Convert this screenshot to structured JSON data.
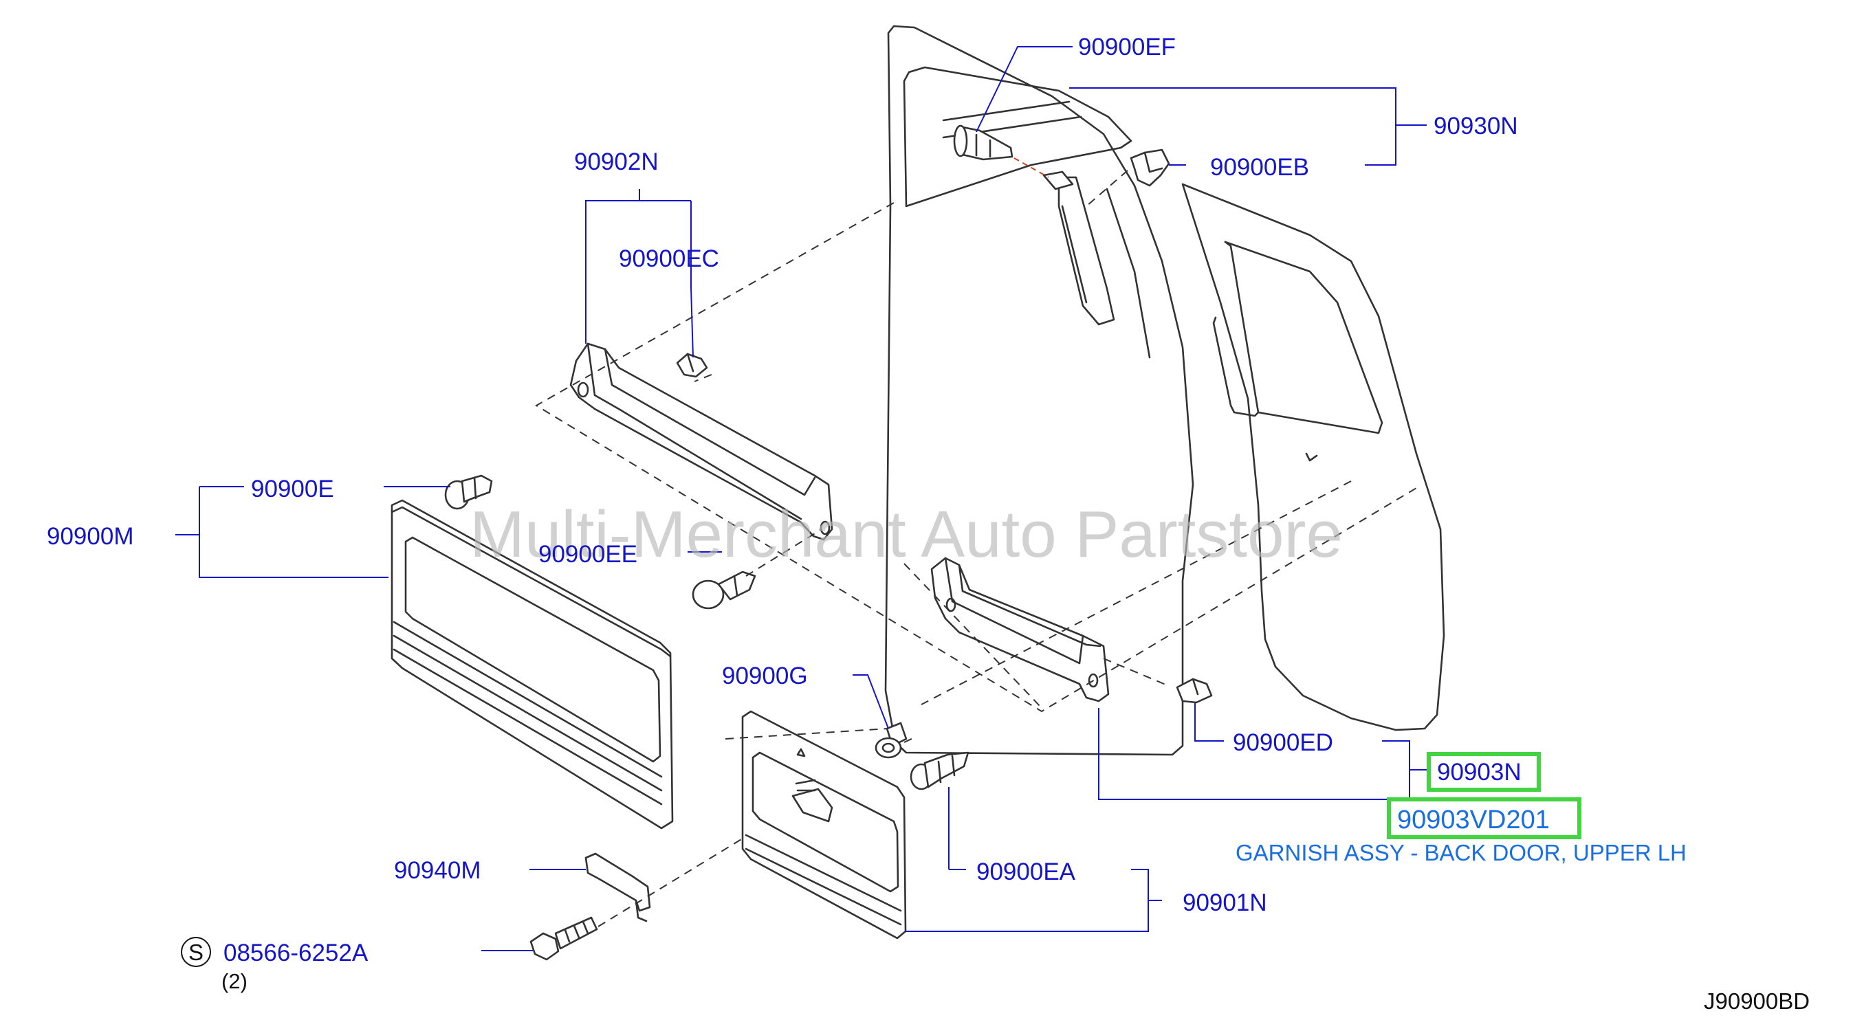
{
  "callouts": {
    "c_90900EF": "90900EF",
    "c_90930N": "90930N",
    "c_90900EB": "90900EB",
    "c_90902N": "90902N",
    "c_90900EC": "90900EC",
    "c_90900E": "90900E",
    "c_90900M": "90900M",
    "c_90900EE": "90900EE",
    "c_90900G": "90900G",
    "c_90900ED": "90900ED",
    "c_90903N": "90903N",
    "c_90903VD201": "90903VD201",
    "c_90940M": "90940M",
    "c_90900EA": "90900EA",
    "c_90901N": "90901N",
    "c_08566_6252A": "08566-6252A"
  },
  "standard_part_symbol": "S",
  "quantity_note": "(2)",
  "selected_part_description": "GARNISH ASSY - BACK DOOR, UPPER LH",
  "figure_code": "J90900BD",
  "watermark": "Multi-Merchant Auto Partstore",
  "colors": {
    "label": "#1515c8",
    "description": "#1a6fe0",
    "highlight": "#43d343",
    "line_art": "#333333"
  }
}
